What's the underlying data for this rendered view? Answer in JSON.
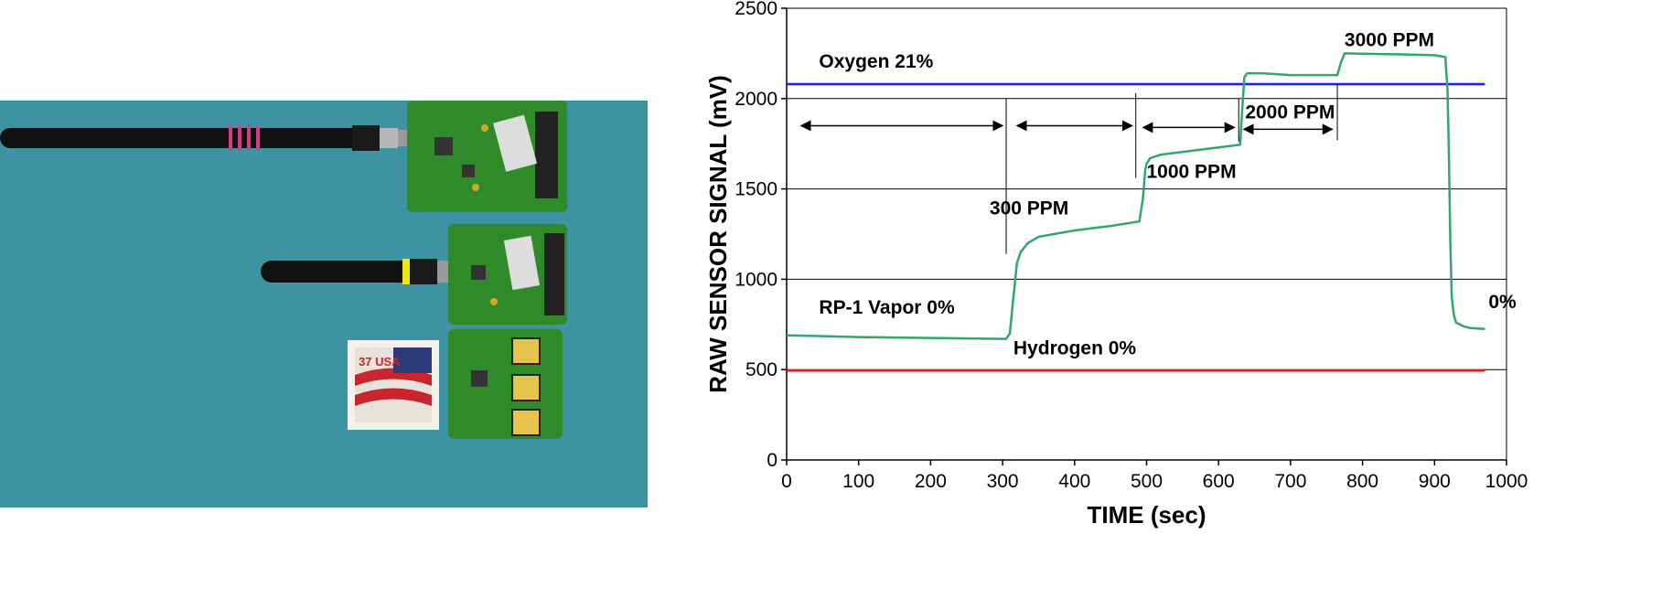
{
  "photo": {
    "description_icons": [
      "sensor-board-icon",
      "antenna-icon",
      "postage-stamp-icon"
    ],
    "stamp_text": "37 USA"
  },
  "chart_data": {
    "type": "line",
    "title": "",
    "xlabel": "TIME (sec)",
    "ylabel": "RAW SENSOR SIGNAL (mV)",
    "xlim": [
      0,
      1000
    ],
    "ylim": [
      0,
      2500
    ],
    "xticks": [
      0,
      100,
      200,
      300,
      400,
      500,
      600,
      700,
      800,
      900,
      1000
    ],
    "yticks": [
      0,
      500,
      1000,
      1500,
      2000,
      2500
    ],
    "grid": "horizontal",
    "legend": "none",
    "series": [
      {
        "name": "Oxygen 21%",
        "color": "#1a1aff",
        "x": [
          0,
          970
        ],
        "y": [
          2080,
          2080
        ]
      },
      {
        "name": "RP-1 Vapor 0%",
        "color": "#2ea86b",
        "x": [
          0,
          100,
          200,
          305,
          310,
          315,
          320,
          325,
          335,
          350,
          400,
          450,
          490,
          495,
          498,
          500,
          505,
          520,
          550,
          600,
          630,
          633,
          636,
          640,
          660,
          700,
          765,
          770,
          775,
          780,
          800,
          850,
          900,
          915,
          918,
          920,
          922,
          924,
          927,
          930,
          940,
          950,
          970
        ],
        "y": [
          690,
          680,
          675,
          670,
          700,
          900,
          1090,
          1150,
          1200,
          1235,
          1270,
          1295,
          1320,
          1450,
          1600,
          1640,
          1670,
          1690,
          1705,
          1730,
          1745,
          1950,
          2120,
          2140,
          2140,
          2130,
          2130,
          2200,
          2250,
          2250,
          2248,
          2245,
          2240,
          2230,
          2050,
          1700,
          1200,
          900,
          800,
          760,
          740,
          730,
          725
        ]
      },
      {
        "name": "Hydrogen 0%",
        "color": "#e41a1a",
        "x": [
          0,
          970
        ],
        "y": [
          495,
          495
        ]
      }
    ],
    "annotations": {
      "oxygen": "Oxygen  21%",
      "rp1": "RP-1 Vapor 0%",
      "hydrogen": "Hydrogen   0%",
      "ppm300": "300 PPM",
      "ppm1000": "1000 PPM",
      "ppm2000": "2000 PPM",
      "ppm3000": "3000 PPM",
      "zero": "0%"
    },
    "vertical_markers": [
      {
        "x": 305,
        "y_from": 1140,
        "y_to": 2000
      },
      {
        "x": 485,
        "y_from": 1560,
        "y_to": 2030
      },
      {
        "x": 628,
        "y_from": 1760,
        "y_to": 2000
      },
      {
        "x": 765,
        "y_from": 1770,
        "y_to": 2080
      }
    ],
    "arrows": [
      {
        "x_from": 20,
        "x_to": 300,
        "y": 1850
      },
      {
        "x_from": 320,
        "x_to": 480,
        "y": 1850
      },
      {
        "x_from": 495,
        "x_to": 622,
        "y": 1840
      },
      {
        "x_from": 635,
        "x_to": 758,
        "y": 1830
      }
    ]
  }
}
